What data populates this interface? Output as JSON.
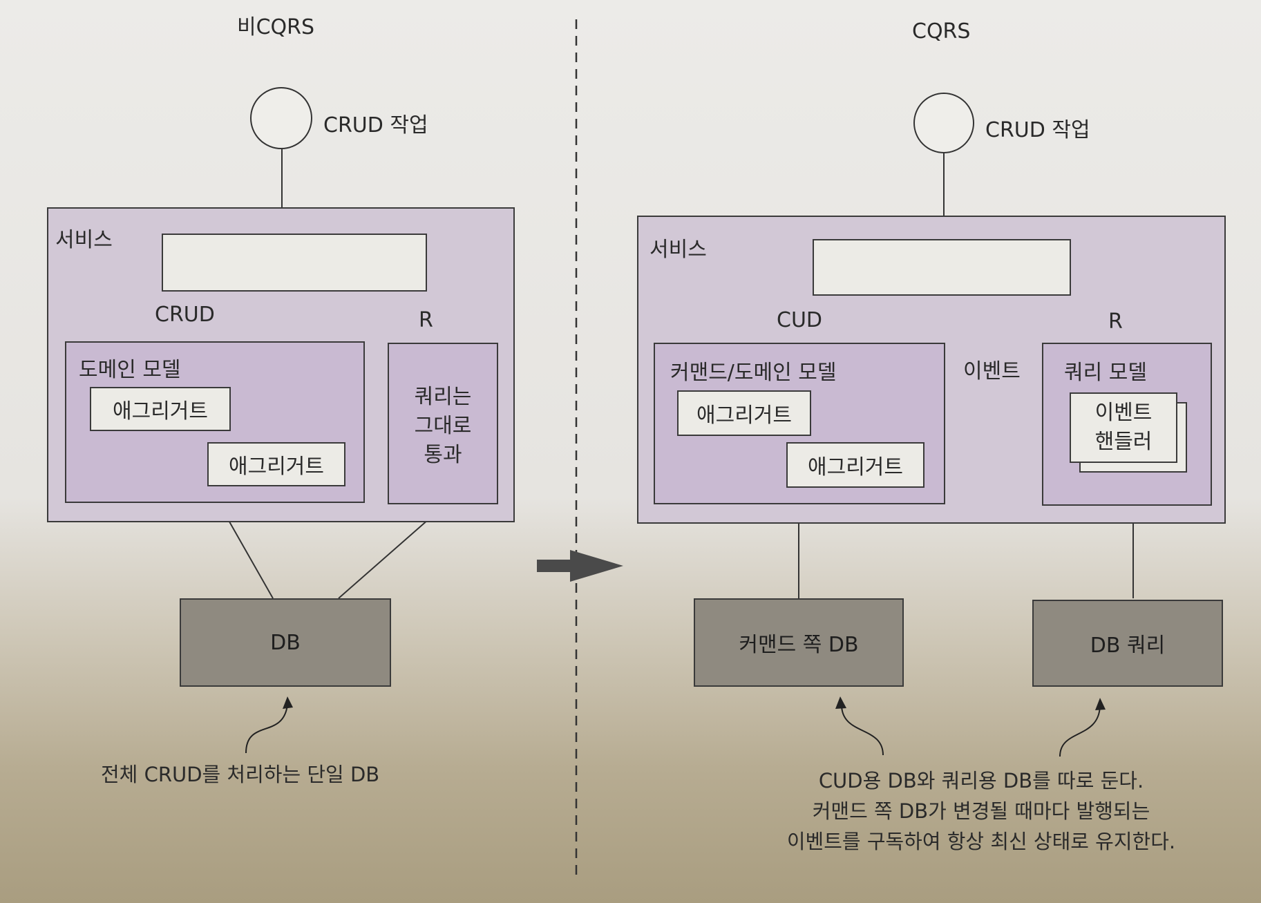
{
  "left": {
    "title": "비CQRS",
    "operation_label": "CRUD 작업",
    "service_label": "서비스",
    "link_label_main": "CRUD",
    "link_label_read": "R",
    "domain_model_label": "도메인 모델",
    "aggregate_1": "애그리거트",
    "aggregate_2": "애그리거트",
    "query_passthrough": [
      "쿼리는",
      "그대로",
      "통과"
    ],
    "db_label": "DB",
    "caption": "전체 CRUD를 처리하는 단일 DB"
  },
  "right": {
    "title": "CQRS",
    "operation_label": "CRUD 작업",
    "service_label": "서비스",
    "link_label_main": "CUD",
    "link_label_read": "R",
    "command_domain_model_label": "커맨드/도메인 모델",
    "aggregate_1": "애그리거트",
    "aggregate_2": "애그리거트",
    "event_label": "이벤트",
    "query_model_label": "쿼리 모델",
    "event_handler": [
      "이벤트",
      "핸들러"
    ],
    "command_db_label": "커맨드 쪽 DB",
    "query_db_label": "DB 쿼리",
    "caption": [
      "CUD용 DB와 쿼리용 DB를 따로 둔다.",
      "커맨드 쪽 DB가 변경될 때마다 발행되는",
      "이벤트를 구독하여 항상 최신 상태로 유지한다."
    ]
  },
  "colors": {
    "service_fill": "#d2c8d6",
    "model_fill": "#c9bad2",
    "db_fill": "#8f8a80",
    "event_marker": "#a58cb4"
  }
}
